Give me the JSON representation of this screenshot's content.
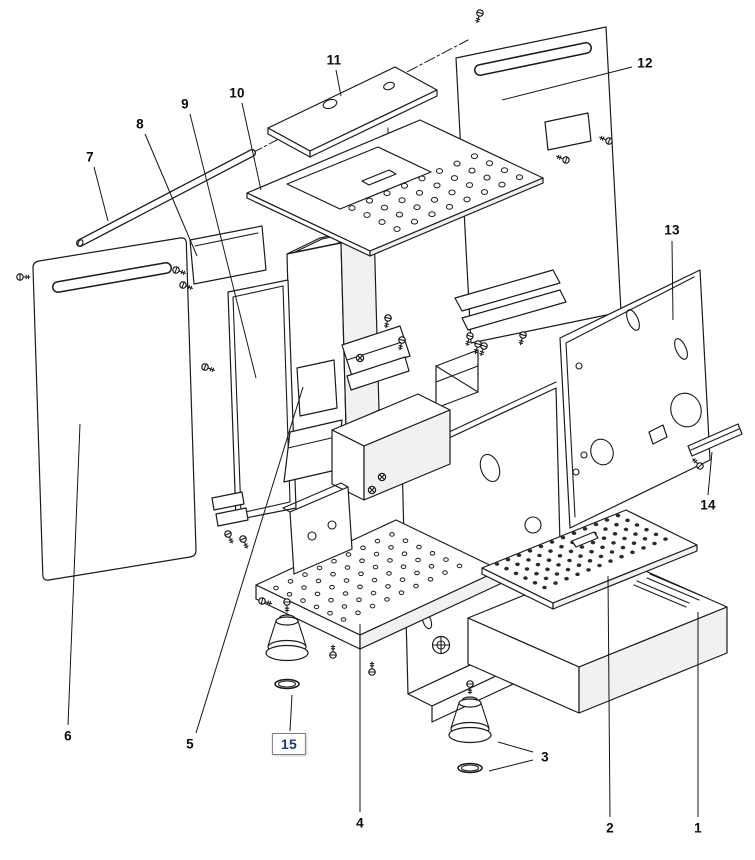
{
  "diagram": {
    "type": "exploded-parts-diagram",
    "background": "#ffffff",
    "line_color": "#1b1b1b",
    "highlight_text_color": "#1a3a74",
    "callouts": [
      {
        "id": 1,
        "label": "1",
        "highlighted": false
      },
      {
        "id": 2,
        "label": "2",
        "highlighted": false
      },
      {
        "id": 3,
        "label": "3",
        "highlighted": false
      },
      {
        "id": 4,
        "label": "4",
        "highlighted": false
      },
      {
        "id": 5,
        "label": "5",
        "highlighted": false
      },
      {
        "id": 6,
        "label": "6",
        "highlighted": false
      },
      {
        "id": 7,
        "label": "7",
        "highlighted": false
      },
      {
        "id": 8,
        "label": "8",
        "highlighted": false
      },
      {
        "id": 9,
        "label": "9",
        "highlighted": false
      },
      {
        "id": 10,
        "label": "10",
        "highlighted": false
      },
      {
        "id": 11,
        "label": "11",
        "highlighted": false
      },
      {
        "id": 12,
        "label": "12",
        "highlighted": false
      },
      {
        "id": 13,
        "label": "13",
        "highlighted": false
      },
      {
        "id": 14,
        "label": "14",
        "highlighted": false
      },
      {
        "id": 15,
        "label": "15",
        "highlighted": true
      }
    ]
  }
}
